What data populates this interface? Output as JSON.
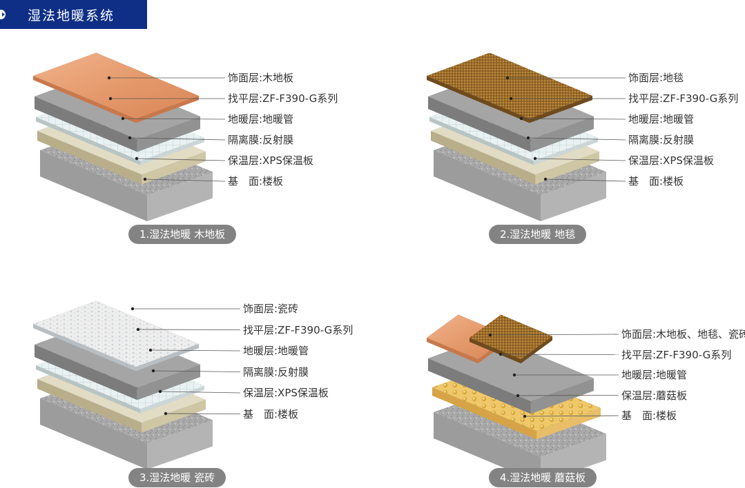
{
  "header": {
    "title": "湿法地暖系统"
  },
  "colors": {
    "header_bg": "#0f2f86",
    "pill_bg": "#838383",
    "pipe": "#d8312b"
  },
  "panels": [
    {
      "caption": "1.湿法地暖 木地板",
      "surface": "wood",
      "layers": [
        "饰面层:木地板",
        "找平层:ZF-F390-G系列",
        "地暖层:地暖管",
        "隔离膜:反射膜",
        "保温层:XPS保温板",
        "基　面:楼板"
      ]
    },
    {
      "caption": "2.湿法地暖 地毯",
      "surface": "carpet",
      "layers": [
        "饰面层:地毯",
        "找平层:ZF-F390-G系列",
        "地暖层:地暖管",
        "隔离膜:反射膜",
        "保温层:XPS保温板",
        "基　面:楼板"
      ]
    },
    {
      "caption": "3.湿法地暖 瓷砖",
      "surface": "tile",
      "layers": [
        "饰面层:瓷砖",
        "找平层:ZF-F390-G系列",
        "地暖层:地暖管",
        "隔离膜:反射膜",
        "保温层:XPS保温板",
        "基　面:楼板"
      ]
    },
    {
      "caption": "4.湿法地暖 蘑菇板",
      "surface": "mixed",
      "layers": [
        "饰面层:木地板、地毯、瓷砖",
        "找平层:ZF-F390-G系列",
        "地暖层:地暖管",
        "保温层:蘑菇板",
        "基　面:楼板"
      ]
    }
  ]
}
